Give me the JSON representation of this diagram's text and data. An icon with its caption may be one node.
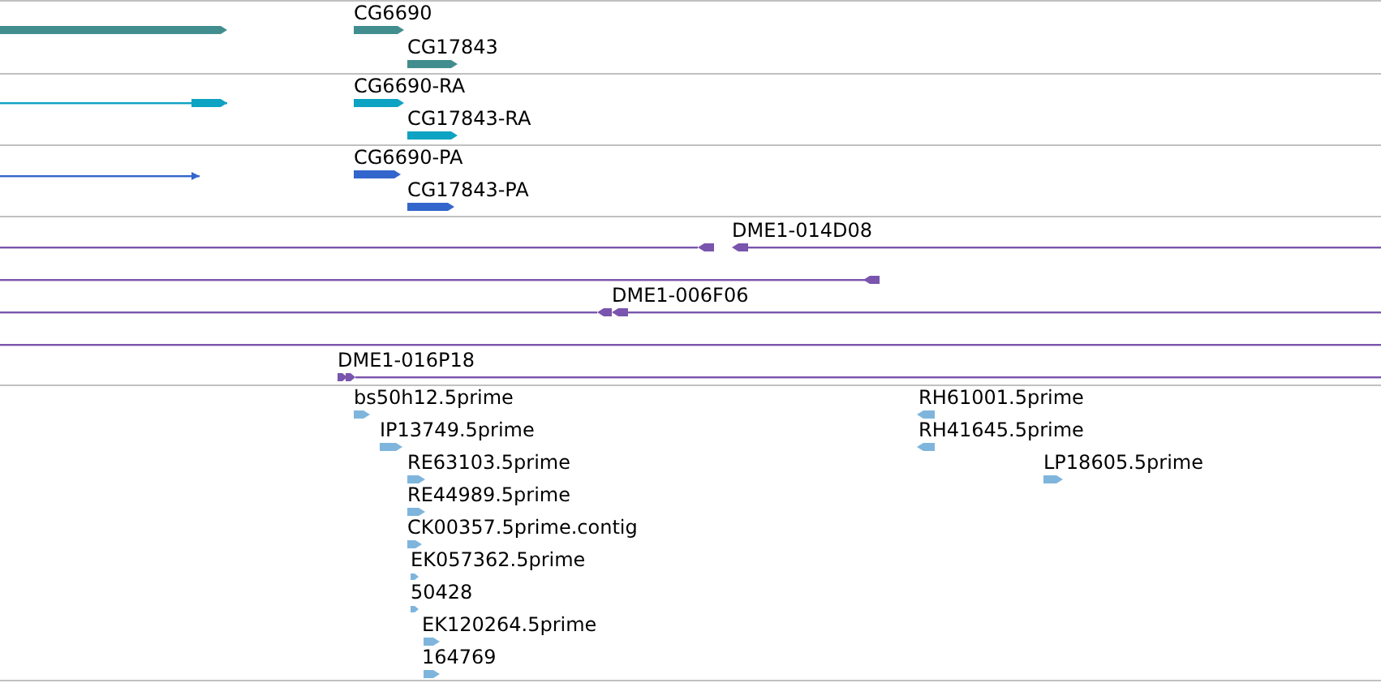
{
  "diagram": {
    "nodes": [
      {
        "text": [],
        "shape": "bar"
      },
      {
        "text": [
          "CG6690"
        ]
      },
      {
        "text": [
          "CG17843"
        ]
      },
      {
        "text": [],
        "shape": "line"
      },
      {
        "text": [
          "CG6690-RA"
        ]
      },
      {
        "text": [
          "CG17843-RA"
        ]
      },
      {
        "text": [],
        "shape": "line"
      },
      {
        "text": [
          "CG6690-PA"
        ]
      },
      {
        "text": [
          "CG17843-PA"
        ]
      },
      {
        "text": [
          "DME1-014D08"
        ]
      },
      {
        "text": [],
        "shape": "line"
      },
      {
        "text": [
          "DME1-006F06"
        ]
      },
      {
        "text": [],
        "shape": "line"
      },
      {
        "text": [
          "DME1-016P18"
        ]
      },
      {
        "text": [
          "bs50h12.5prime"
        ]
      },
      {
        "text": [
          "RH61001.5prime"
        ]
      },
      {
        "text": [
          "IP13749.5prime"
        ]
      },
      {
        "text": [
          "RH41645.5prime"
        ]
      },
      {
        "text": [
          "RE63103.5prime"
        ]
      },
      {
        "text": [
          "LP18605.5prime"
        ]
      },
      {
        "text": [
          "RE44989.5prime"
        ]
      },
      {
        "text": [
          "CK00357.5prime.contig"
        ]
      },
      {
        "text": [
          "EK057362.5prime"
        ]
      },
      {
        "text": [
          "50428"
        ]
      },
      {
        "text": [
          "EK120264.5prime"
        ]
      },
      {
        "text": [
          "164769"
        ]
      }
    ]
  }
}
